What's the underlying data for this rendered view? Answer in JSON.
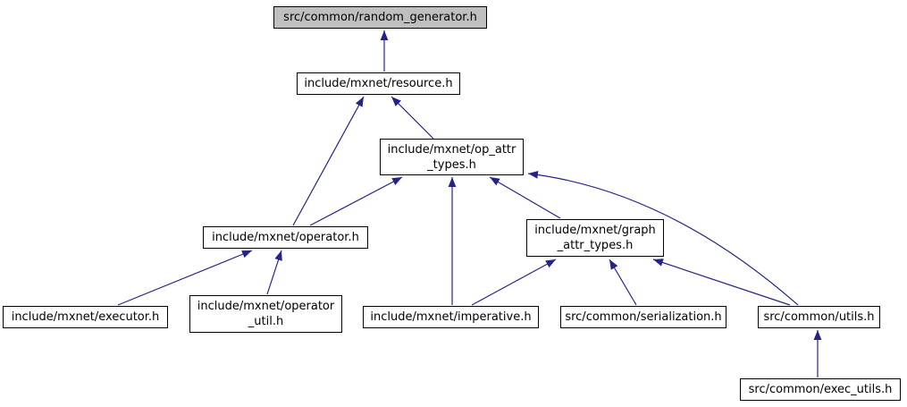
{
  "diagram": {
    "type": "include-dependency-graph",
    "colors": {
      "background": "#ffffff",
      "node_fill": "#ffffff",
      "node_border": "#000000",
      "highlight_fill": "#bfbfbf",
      "edge": "#23238a"
    },
    "nodes": [
      {
        "id": "random_generator",
        "label": "src/common/random_generator.h",
        "lines": [
          "src/common/random_generator.h"
        ],
        "highlighted": true
      },
      {
        "id": "resource",
        "label": "include/mxnet/resource.h",
        "lines": [
          "include/mxnet/resource.h"
        ],
        "highlighted": false
      },
      {
        "id": "op_attr_types",
        "label": "include/mxnet/op_attr_types.h",
        "lines": [
          "include/mxnet/op_attr",
          "_types.h"
        ],
        "highlighted": false
      },
      {
        "id": "operator",
        "label": "include/mxnet/operator.h",
        "lines": [
          "include/mxnet/operator.h"
        ],
        "highlighted": false
      },
      {
        "id": "graph_attr_types",
        "label": "include/mxnet/graph_attr_types.h",
        "lines": [
          "include/mxnet/graph",
          "_attr_types.h"
        ],
        "highlighted": false
      },
      {
        "id": "executor",
        "label": "include/mxnet/executor.h",
        "lines": [
          "include/mxnet/executor.h"
        ],
        "highlighted": false
      },
      {
        "id": "operator_util",
        "label": "include/mxnet/operator_util.h",
        "lines": [
          "include/mxnet/operator",
          "_util.h"
        ],
        "highlighted": false
      },
      {
        "id": "imperative",
        "label": "include/mxnet/imperative.h",
        "lines": [
          "include/mxnet/imperative.h"
        ],
        "highlighted": false
      },
      {
        "id": "serialization",
        "label": "src/common/serialization.h",
        "lines": [
          "src/common/serialization.h"
        ],
        "highlighted": false
      },
      {
        "id": "utils",
        "label": "src/common/utils.h",
        "lines": [
          "src/common/utils.h"
        ],
        "highlighted": false
      },
      {
        "id": "exec_utils",
        "label": "src/common/exec_utils.h",
        "lines": [
          "src/common/exec_utils.h"
        ],
        "highlighted": false
      }
    ],
    "edges": [
      {
        "from": "include/mxnet/resource.h",
        "to": "src/common/random_generator.h"
      },
      {
        "from": "include/mxnet/op_attr_types.h",
        "to": "include/mxnet/resource.h"
      },
      {
        "from": "include/mxnet/operator.h",
        "to": "include/mxnet/resource.h"
      },
      {
        "from": "include/mxnet/operator.h",
        "to": "include/mxnet/op_attr_types.h"
      },
      {
        "from": "include/mxnet/imperative.h",
        "to": "include/mxnet/op_attr_types.h"
      },
      {
        "from": "include/mxnet/graph_attr_types.h",
        "to": "include/mxnet/op_attr_types.h"
      },
      {
        "from": "src/common/utils.h",
        "to": "include/mxnet/op_attr_types.h"
      },
      {
        "from": "include/mxnet/imperative.h",
        "to": "include/mxnet/graph_attr_types.h"
      },
      {
        "from": "src/common/serialization.h",
        "to": "include/mxnet/graph_attr_types.h"
      },
      {
        "from": "src/common/utils.h",
        "to": "include/mxnet/graph_attr_types.h"
      },
      {
        "from": "include/mxnet/executor.h",
        "to": "include/mxnet/operator.h"
      },
      {
        "from": "include/mxnet/operator_util.h",
        "to": "include/mxnet/operator.h"
      },
      {
        "from": "src/common/exec_utils.h",
        "to": "src/common/utils.h"
      }
    ]
  }
}
